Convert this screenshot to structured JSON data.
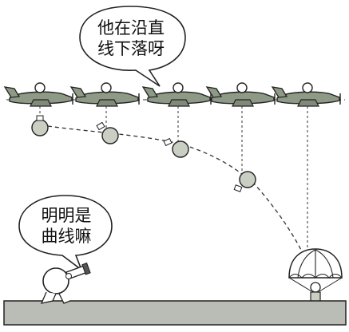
{
  "speech": {
    "pilot_line1": "他在沿直",
    "pilot_line2": "线下落呀",
    "observer_line1": "明明是",
    "observer_line2": "曲线嘛"
  },
  "colors": {
    "ink": "#222222",
    "plane_fill": "#8e9a86",
    "ball_fill": "#c9cfc3",
    "ground_fill": "#b9bdb6",
    "paper": "#ffffff"
  },
  "icons": [
    "airplane-icon",
    "pilot-icon",
    "parachute-icon",
    "falling-object-icon",
    "observer-with-telescope-icon"
  ]
}
